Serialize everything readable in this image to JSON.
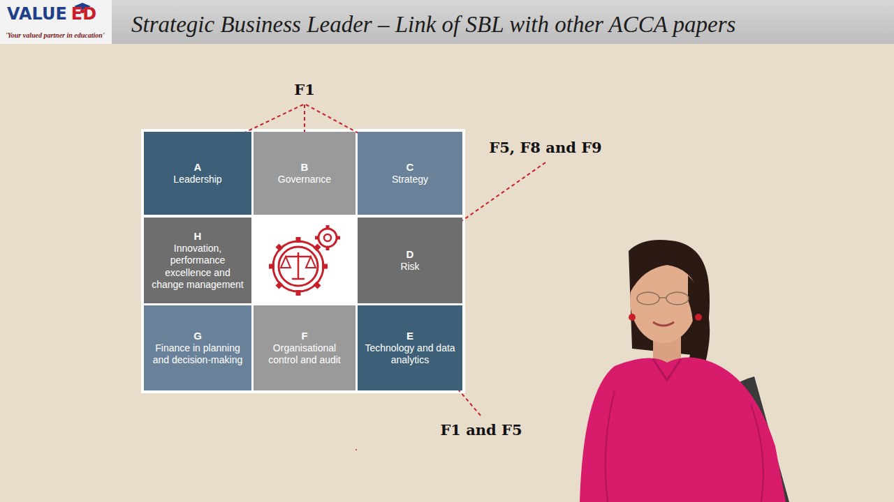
{
  "diagram": {
    "title": "Strategic Business Leader – Link of SBL with other ACCA papers",
    "nodes": [
      {
        "text": [
          "A",
          "Leadership"
        ]
      },
      {
        "text": [
          "B",
          "Governance"
        ]
      },
      {
        "text": [
          "C",
          "Strategy"
        ]
      },
      {
        "text": [
          "H",
          "Innovation, performance excellence and change management"
        ]
      },
      {
        "text": [
          "D",
          "Risk"
        ]
      },
      {
        "text": [
          "G",
          "Finance in planning and decision-making"
        ]
      },
      {
        "text": [
          "F",
          "Organisational control and audit"
        ]
      },
      {
        "text": [
          "E",
          "Technology and data analytics"
        ]
      }
    ],
    "labels": [
      "VALUE",
      "ED",
      "'Your valued partner in education'",
      "F1",
      "F5, F8 and F9",
      "F1 and F5"
    ]
  }
}
